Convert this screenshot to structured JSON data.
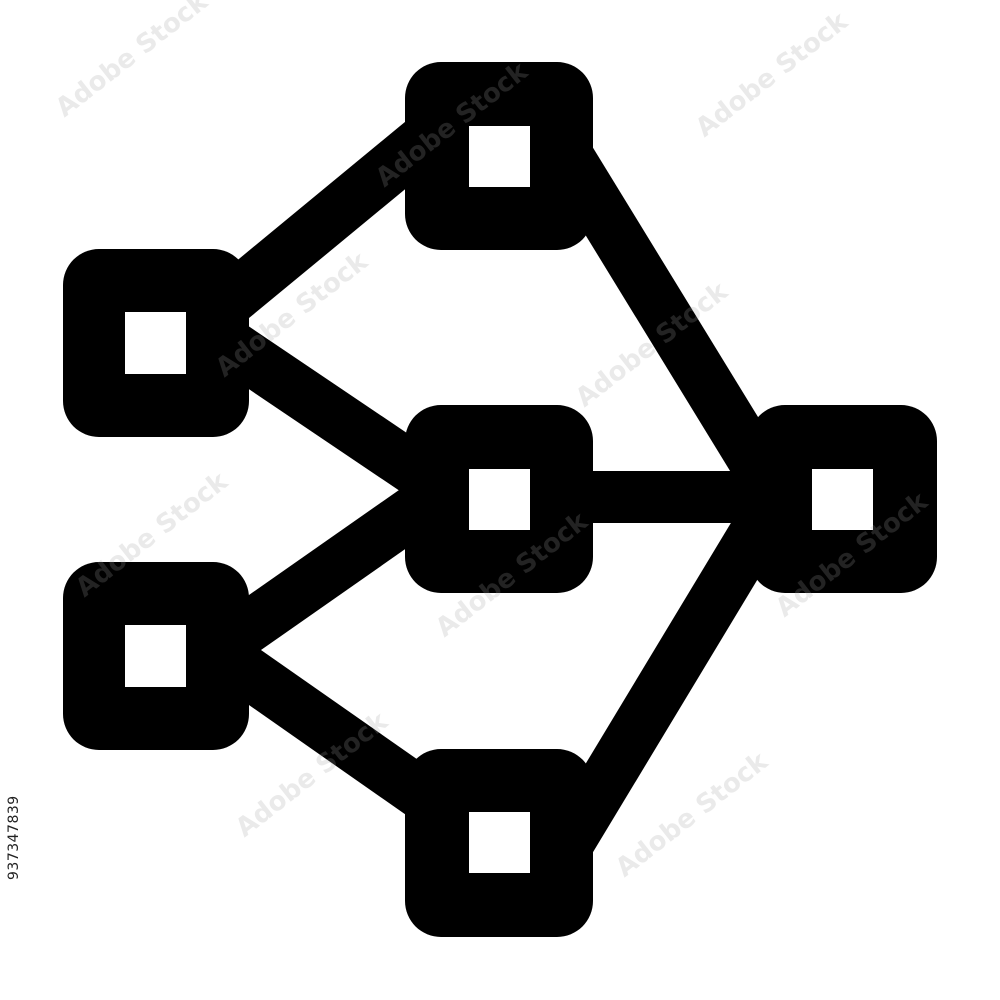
{
  "image": {
    "stock_id": "937347839",
    "watermark_text": "Adobe Stock",
    "background_color": "#ffffff",
    "icon_color": "#000000"
  },
  "icon": {
    "name": "network-flow-icon",
    "nodes": [
      {
        "name": "node-top-center"
      },
      {
        "name": "node-left-upper"
      },
      {
        "name": "node-center"
      },
      {
        "name": "node-left-lower"
      },
      {
        "name": "node-bottom-center"
      },
      {
        "name": "node-right"
      }
    ]
  }
}
